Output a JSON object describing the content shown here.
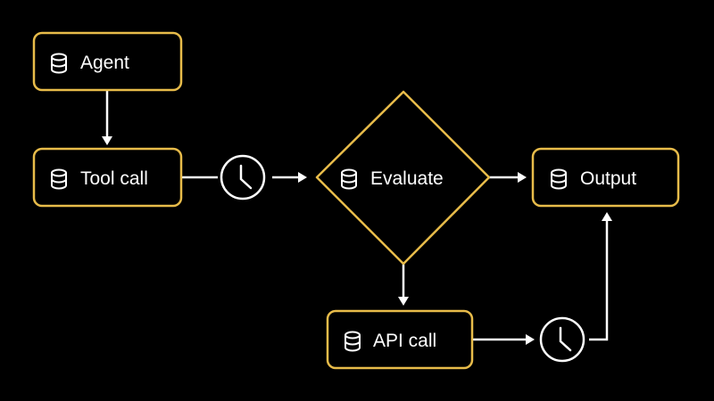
{
  "colors": {
    "background": "#000000",
    "node_border": "#E8BC4A",
    "text": "#FFFFFF",
    "edges": "#FFFFFF"
  },
  "nodes": {
    "agent": {
      "label": "Agent",
      "icon": "database-icon",
      "shape": "rounded-rectangle"
    },
    "tool_call": {
      "label": "Tool call",
      "icon": "database-icon",
      "shape": "rounded-rectangle"
    },
    "evaluate": {
      "label": "Evaluate",
      "icon": "database-icon",
      "shape": "diamond"
    },
    "output": {
      "label": "Output",
      "icon": "database-icon",
      "shape": "rounded-rectangle"
    },
    "api_call": {
      "label": "API call",
      "icon": "database-icon",
      "shape": "rounded-rectangle"
    }
  },
  "delays": [
    {
      "icon": "clock-icon",
      "between": [
        "tool_call",
        "evaluate"
      ]
    },
    {
      "icon": "clock-icon",
      "between": [
        "api_call",
        "output"
      ]
    }
  ],
  "edges": [
    {
      "from": "agent",
      "to": "tool_call"
    },
    {
      "from": "tool_call",
      "to": "evaluate",
      "via": "clock-icon"
    },
    {
      "from": "evaluate",
      "to": "output"
    },
    {
      "from": "evaluate",
      "to": "api_call"
    },
    {
      "from": "api_call",
      "to": "output",
      "via": "clock-icon"
    }
  ]
}
